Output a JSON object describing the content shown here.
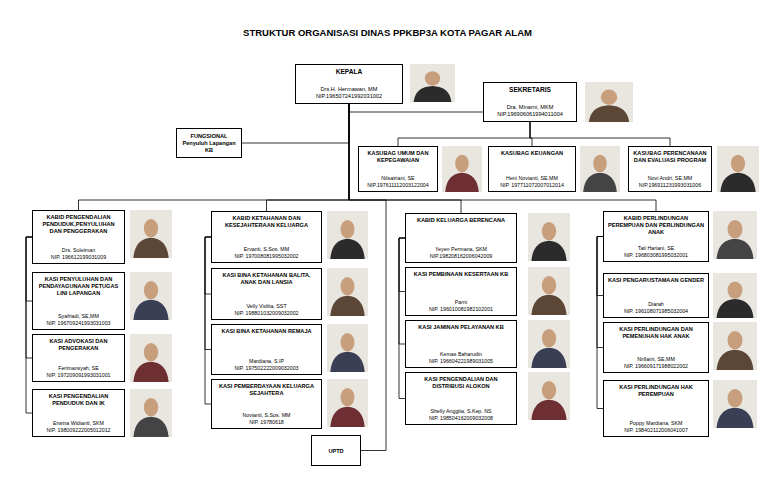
{
  "diagram": {
    "title": "STRUKTUR ORGANISASI DINAS PPKBP3A KOTA PAGAR ALAM",
    "nodes": [
      {
        "text": [
          "KEPALA",
          "Drs.H. Hermawan, MM",
          "NIP.196507241992031002"
        ]
      },
      {
        "text": [
          "SEKRETARIS",
          "Dra. Minarni, MKM",
          "NIP.196906061994011004"
        ]
      },
      {
        "text": [
          "FUNGSIONAL Penyuluh Lapangan KB"
        ]
      },
      {
        "text": [
          "KASUBAG UMUM DAN KEPEGAWAIAN",
          "Nilsatriani, SE",
          "NIP.197611112003122004"
        ]
      },
      {
        "text": [
          "KASUBAG KEUANGAN",
          "Heni Novianti, SE.MM",
          "NIP. 197711072007012014"
        ]
      },
      {
        "text": [
          "KASUBAG PERENCANAAN DAN EVALUASI PROGRAM",
          "Novi Andri, SE,MM",
          "NIP.196911231993031006"
        ]
      },
      {
        "text": [
          "KABID PENGENDALIAN PENDUDUK,PENYULUHAN DAN PENGGERAKAN",
          "Drs. Suleiman",
          "NIP. 196612199031009"
        ]
      },
      {
        "text": [
          "KASI PENYULUHAN DAN PENDAYAGUNAAN PETUGAS LINI LAPANGAN",
          "Syafriadi, SE,MM",
          "NIP. 196709241993031003"
        ]
      },
      {
        "text": [
          "KASI ADVOKASI DAN PENGERAKAN",
          "Ferimansyah, SE",
          "NIP. 197209091993031001"
        ]
      },
      {
        "text": [
          "KASI PENGENDALIAN PENDUDUK DAN IK",
          "Erwina Widianti, SKM",
          "NIP. 198009222005012012"
        ]
      },
      {
        "text": [
          "KABID KETAHANAN DAN KESEJAHTERAAN KELUARGA",
          "Ervanti, S.Sos. MM",
          "NIP. 197008081995032002"
        ]
      },
      {
        "text": [
          "KASI BINA KETAHANAN BALITA, ANAK DAN LANSIA",
          "Velly Violita, SST",
          "NIP. 198801032009032002"
        ]
      },
      {
        "text": [
          "KASI BINA KETAHANAN REMAJA",
          "Mardiana, S.IP",
          "NIP. 197502222009032003"
        ]
      },
      {
        "text": [
          "KASI PEMBERDAYAAN KELUARGA SEJAHTERA",
          "Novianti, S.Sos. MM",
          "NIP. 19780618"
        ]
      },
      {
        "text": [
          "UPTD"
        ]
      },
      {
        "text": [
          "KABID KELUARGA BERENCANA",
          "Yeyen Permana, SKM",
          "NIP.198208162006042009"
        ]
      },
      {
        "text": [
          "KASI PEMBINAAN KESERTAAN KB",
          "Parni",
          "NIP. 196010081982102001"
        ]
      },
      {
        "text": [
          "KASI JAMINAN PELAYANAN KB",
          "Kemas Baharudin",
          "NIP. 196604221989031005"
        ]
      },
      {
        "text": [
          "KASI PENGENDALIAN DAN DISTRIBUSI ALOKON",
          "Shelly Anggita, S.Kep. NS",
          "NIP. 198504162009032008"
        ]
      },
      {
        "text": [
          "KABID PERLINDUNGAN PEREMPUAN DAN PERLINDUNGAN ANAK",
          "Tati Hariani, SE",
          "NIP. 196803081995032001"
        ]
      },
      {
        "text": [
          "KASI PENGARUSTAMAAN GENDER",
          "Diarah",
          "NIP. 196108071985032004"
        ]
      },
      {
        "text": [
          "KASI PERLINDUNGAN DAN PEMENUHAN HAK ANAK",
          "Nirllaini, SE,MM",
          "NIP. 196609171988022002"
        ]
      },
      {
        "text": [
          "KASI PERLINDUNGAN HAK PEREMPUAN",
          "Poppy Mardiana, SKM",
          "NIP. 198402112006041007"
        ]
      }
    ],
    "edges": [
      {
        "from": 0,
        "to": 1,
        "arrow": "none"
      },
      {
        "from": 0,
        "to": 2,
        "arrow": "none"
      },
      {
        "from": 1,
        "to": 3,
        "arrow": "none"
      },
      {
        "from": 1,
        "to": 4,
        "arrow": "none"
      },
      {
        "from": 1,
        "to": 5,
        "arrow": "none"
      },
      {
        "from": 0,
        "to": 6,
        "arrow": "none"
      },
      {
        "from": 0,
        "to": 10,
        "arrow": "none"
      },
      {
        "from": 0,
        "to": 15,
        "arrow": "none"
      },
      {
        "from": 0,
        "to": 19,
        "arrow": "none"
      },
      {
        "from": 0,
        "to": 14,
        "arrow": "none"
      },
      {
        "from": 6,
        "to": 7,
        "arrow": "none"
      },
      {
        "from": 6,
        "to": 8,
        "arrow": "none"
      },
      {
        "from": 6,
        "to": 9,
        "arrow": "none"
      },
      {
        "from": 10,
        "to": 11,
        "arrow": "none"
      },
      {
        "from": 10,
        "to": 12,
        "arrow": "none"
      },
      {
        "from": 10,
        "to": 13,
        "arrow": "none"
      },
      {
        "from": 15,
        "to": 16,
        "arrow": "none"
      },
      {
        "from": 15,
        "to": 17,
        "arrow": "none"
      },
      {
        "from": 15,
        "to": 18,
        "arrow": "none"
      },
      {
        "from": 19,
        "to": 20,
        "arrow": "none"
      },
      {
        "from": 19,
        "to": 21,
        "arrow": "none"
      },
      {
        "from": 19,
        "to": 22,
        "arrow": "none"
      }
    ]
  }
}
